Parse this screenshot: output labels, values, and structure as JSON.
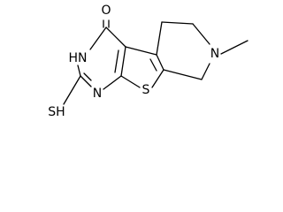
{
  "structure": {
    "atoms": {
      "oxygen": "O",
      "hn": "HN",
      "sh": "SH",
      "n_bottom": "N",
      "s_ring": "S",
      "n_right": "N"
    }
  }
}
